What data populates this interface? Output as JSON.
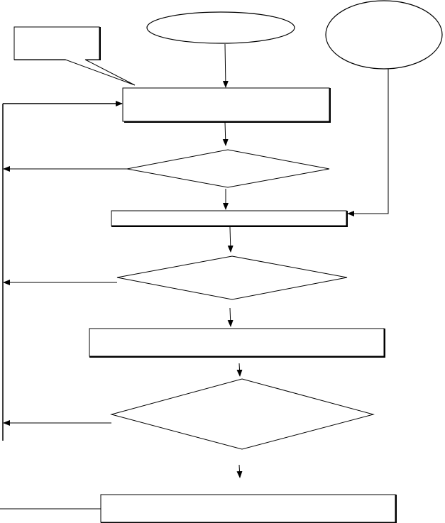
{
  "diagram": {
    "type": "flowchart",
    "stroke_color": "#000000",
    "fill_color": "#ffffff",
    "nodes": [
      {
        "id": "start-ellipse",
        "shape": "ellipse",
        "text": ""
      },
      {
        "id": "side-input-ellipse",
        "shape": "ellipse",
        "text": ""
      },
      {
        "id": "callout-note",
        "shape": "callout",
        "text": ""
      },
      {
        "id": "process-1",
        "shape": "rectangle",
        "text": ""
      },
      {
        "id": "decision-1",
        "shape": "diamond",
        "text": ""
      },
      {
        "id": "process-2",
        "shape": "rectangle",
        "text": ""
      },
      {
        "id": "decision-2",
        "shape": "diamond",
        "text": ""
      },
      {
        "id": "process-3",
        "shape": "rectangle",
        "text": ""
      },
      {
        "id": "decision-3",
        "shape": "diamond",
        "text": ""
      },
      {
        "id": "process-4",
        "shape": "rectangle",
        "text": ""
      }
    ],
    "edges": [
      {
        "from": "start-ellipse",
        "to": "process-1"
      },
      {
        "from": "process-1",
        "to": "decision-1"
      },
      {
        "from": "decision-1",
        "to": "process-2"
      },
      {
        "from": "side-input-ellipse",
        "to": "process-2"
      },
      {
        "from": "process-2",
        "to": "decision-2"
      },
      {
        "from": "decision-2",
        "to": "process-3"
      },
      {
        "from": "process-3",
        "to": "decision-3"
      },
      {
        "from": "decision-3",
        "to": "process-4"
      },
      {
        "from": "decision-1",
        "to": "left-feedback-line"
      },
      {
        "from": "decision-2",
        "to": "left-feedback-line"
      },
      {
        "from": "decision-3",
        "to": "left-feedback-line"
      },
      {
        "from": "left-feedback-line",
        "to": "process-1"
      },
      {
        "from": "callout-note",
        "to": "process-1"
      }
    ]
  }
}
